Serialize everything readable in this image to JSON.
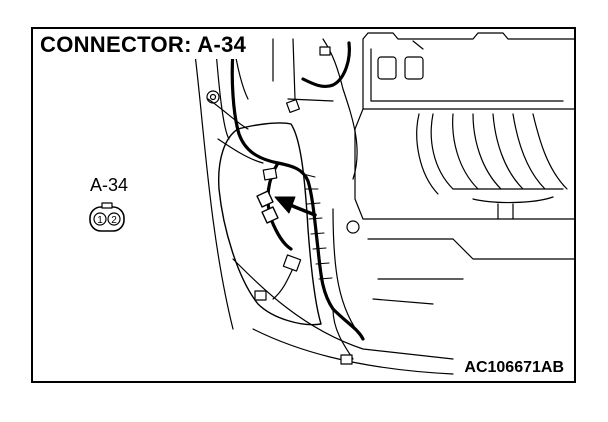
{
  "title": "CONNECTOR: A-34",
  "connector": {
    "label": "A-34",
    "pins": [
      "1",
      "2"
    ]
  },
  "reference_code": "AC106671AB"
}
